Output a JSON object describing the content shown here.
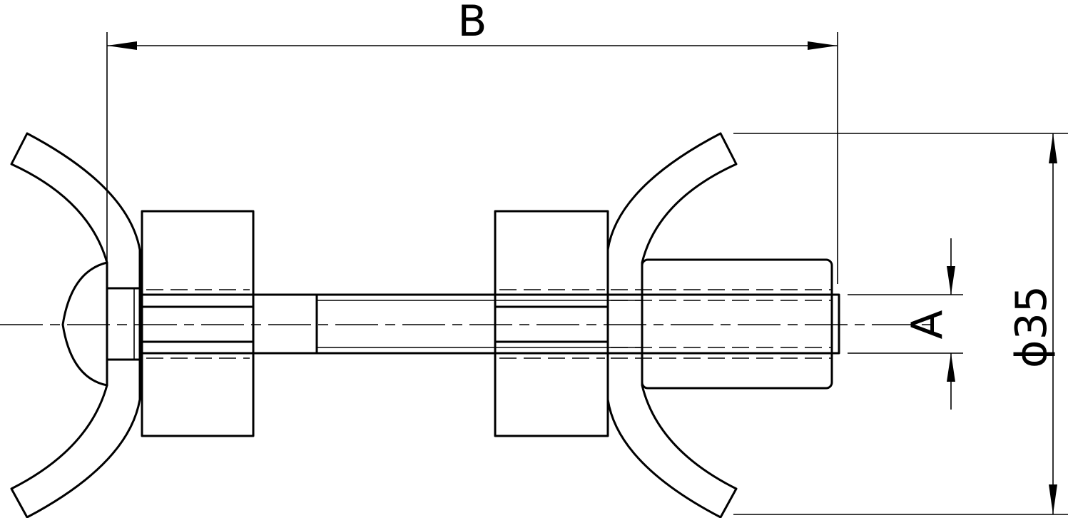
{
  "dimensions": {
    "overall_length_label": "B",
    "thread_label": "A",
    "diameter_label": "ϕ35"
  }
}
